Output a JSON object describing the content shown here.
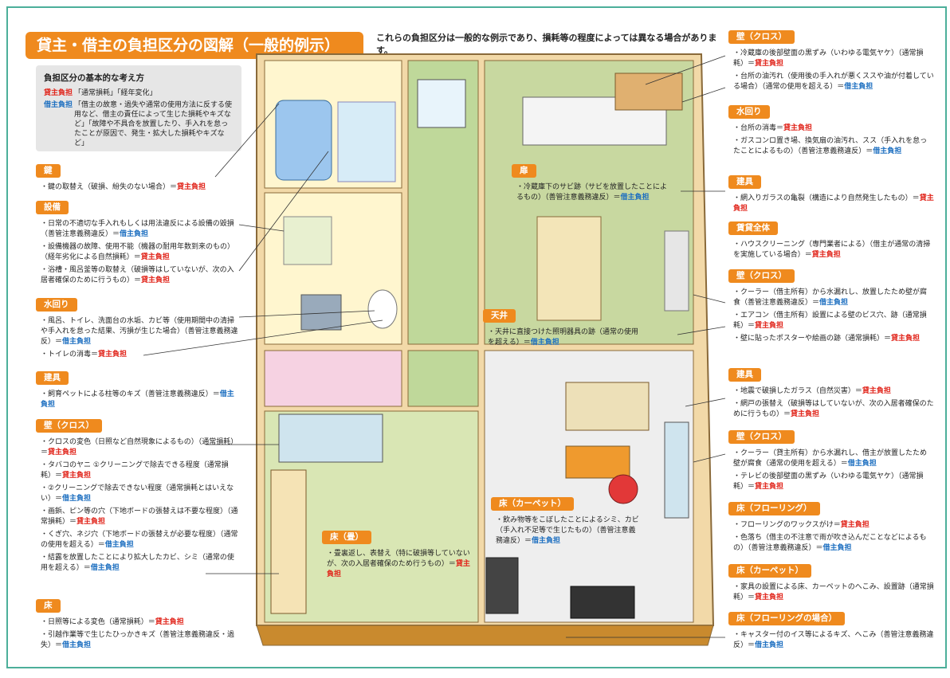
{
  "title": "貸主・借主の負担区分の図解（一般的例示）",
  "intro": "これらの負担区分は一般的な例示であり、損耗等の程度によっては異なる場合があります。",
  "basic": {
    "heading": "負担区分の基本的な考え方",
    "landlord_label": "貸主負担",
    "landlord_text": "「通常損耗」「経年変化」",
    "tenant_label": "借主負担",
    "tenant_text": "「借主の故意・過失や通常の使用方法に反する使用など、借主の責任によって生じた損耗やキズなど」「故障や不具合を放置したり、手入れを怠ったことが原因で、発生・拡大した損耗やキズなど」"
  },
  "legend": {
    "landlord": "貸主負担",
    "tenant": "借主負担"
  },
  "left_sections": [
    {
      "header": "鍵",
      "items": [
        {
          "text": "鍵の取替え（破損、紛失のない場合）",
          "payer": "landlord"
        }
      ]
    },
    {
      "header": "設備",
      "items": [
        {
          "text": "日常の不適切な手入れもしくは用法違反による設備の毀損（善管注意義務違反）",
          "payer": "tenant"
        },
        {
          "text": "設備機器の故障、使用不能（機器の耐用年数到来のもの）（経年劣化による自然損耗）",
          "payer": "landlord"
        },
        {
          "text": "浴槽・風呂釜等の取替え（破損等はしていないが、次の入居者確保のために行うもの）",
          "payer": "landlord"
        }
      ]
    },
    {
      "header": "水回り",
      "items": [
        {
          "text": "風呂、トイレ、洗面台の水垢、カビ等（使用期間中の清掃や手入れを怠った結果、汚損が生じた場合）（善管注意義務違反）",
          "payer": "tenant"
        },
        {
          "text": "トイレの消毒",
          "payer": "landlord"
        }
      ]
    },
    {
      "header": "建具",
      "items": [
        {
          "text": "飼育ペットによる柱等のキズ（善管注意義務違反）",
          "payer": "tenant"
        }
      ]
    },
    {
      "header": "壁（クロス）",
      "items": [
        {
          "text": "クロスの変色（日照など自然現象によるもの）（通常損耗）",
          "payer": "landlord"
        },
        {
          "text": "タバコのヤニ ①クリーニングで除去できる程度（通常損耗）",
          "payer": "landlord"
        },
        {
          "text": "②クリーニングで除去できない程度（通常損耗とはいえない）",
          "payer": "tenant"
        },
        {
          "text": "画鋲、ピン等の穴（下地ボードの張替えは不要な程度）（通常損耗）",
          "payer": "landlord"
        },
        {
          "text": "くぎ穴、ネジ穴（下地ボードの張替えが必要な程度）（通常の使用を超える）",
          "payer": "tenant"
        },
        {
          "text": "結露を放置したことにより拡大したカビ、シミ（通常の使用を超える）",
          "payer": "tenant"
        }
      ]
    },
    {
      "header": "床",
      "items": [
        {
          "text": "日照等による変色（通常損耗）",
          "payer": "landlord"
        },
        {
          "text": "引越作業等で生じたひっかきキズ（善管注意義務違反・過失）",
          "payer": "tenant"
        }
      ]
    }
  ],
  "center_sections": [
    {
      "header": "扉",
      "items": [
        {
          "text": "冷蔵庫下のサビ跡（サビを放置したことによるもの）（善管注意義務違反）",
          "payer": "tenant"
        }
      ]
    },
    {
      "header": "天井",
      "items": [
        {
          "text": "天井に直接つけた照明器具の跡（通常の使用を超える）",
          "payer": "tenant"
        }
      ]
    },
    {
      "header": "床（カーペット）",
      "items": [
        {
          "text": "飲み物等をこぼしたことによるシミ、カビ（手入れ不足等で生じたもの）（善管注意義務違反）",
          "payer": "tenant"
        }
      ]
    },
    {
      "header": "床（畳）",
      "items": [
        {
          "text": "畳裏返し、表替え（特に破損等していないが、次の入居者確保のため行うもの）",
          "payer": "landlord"
        }
      ]
    }
  ],
  "right_sections": [
    {
      "header": "壁（クロス）",
      "items": [
        {
          "text": "冷蔵庫の後部壁面の黒ずみ（いわゆる電気ヤケ）（通常損耗）",
          "payer": "landlord"
        },
        {
          "text": "台所の油汚れ（使用後の手入れが悪くススや油が付着している場合）（通常の使用を超える）",
          "payer": "tenant"
        }
      ]
    },
    {
      "header": "水回り",
      "items": [
        {
          "text": "台所の消毒",
          "payer": "landlord"
        },
        {
          "text": "ガスコンロ置き場、換気扇の油汚れ、スス（手入れを怠ったことによるもの）（善管注意義務違反）",
          "payer": "tenant"
        }
      ]
    },
    {
      "header": "建具",
      "items": [
        {
          "text": "網入りガラスの亀裂（構造により自然発生したもの）",
          "payer": "landlord"
        }
      ]
    },
    {
      "header": "賃貸全体",
      "items": [
        {
          "text": "ハウスクリーニング（専門業者による）（借主が通常の清掃を実施している場合）",
          "payer": "landlord"
        }
      ]
    },
    {
      "header": "壁（クロス）",
      "items": [
        {
          "text": "クーラー（借主所有）から水漏れし、放置したため壁が腐食（善管注意義務違反）",
          "payer": "tenant"
        },
        {
          "text": "エアコン（借主所有）設置による壁のビス穴、跡（通常損耗）",
          "payer": "landlord"
        },
        {
          "text": "壁に貼ったポスターや絵画の跡（通常損耗）",
          "payer": "landlord"
        }
      ]
    },
    {
      "header": "建具",
      "items": [
        {
          "text": "地震で破損したガラス（自然災害）",
          "payer": "landlord"
        },
        {
          "text": "網戸の張替え（破損等はしていないが、次の入居者確保のために行うもの）",
          "payer": "landlord"
        }
      ]
    },
    {
      "header": "壁（クロス）",
      "items": [
        {
          "text": "クーラー（貸主所有）から水漏れし、借主が放置したため壁が腐食（通常の使用を超える）",
          "payer": "tenant"
        },
        {
          "text": "テレビの後部壁面の黒ずみ（いわゆる電気ヤケ）（通常損耗）",
          "payer": "landlord"
        }
      ]
    },
    {
      "header": "床（フローリング）",
      "items": [
        {
          "text": "フローリングのワックスがけ",
          "payer": "landlord"
        },
        {
          "text": "色落ち（借主の不注意で雨が吹き込んだことなどによるもの）（善管注意義務違反）",
          "payer": "tenant"
        }
      ]
    },
    {
      "header": "床（カーペット）",
      "items": [
        {
          "text": "家具の設置による床、カーペットのへこみ、設置跡（通常損耗）",
          "payer": "landlord"
        }
      ]
    },
    {
      "header": "床（フローリングの場合）",
      "items": [
        {
          "text": "キャスター付のイス等によるキズ、へこみ（善管注意義務違反）",
          "payer": "tenant"
        }
      ]
    }
  ]
}
